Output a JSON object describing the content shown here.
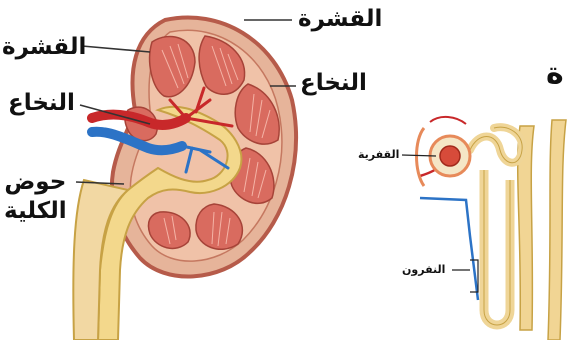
{
  "labels": {
    "cortex_top": "القشرة",
    "cortex_left": "القشرة",
    "medulla_left": "النخاع",
    "medulla_right": "النخاع",
    "renal_pelvis": "حوض\nالكلية",
    "glomerulus": "القفرية",
    "nephron": "النفرون",
    "partial_title": "ة"
  },
  "colors": {
    "cortex": "#e8b79e",
    "pyramid": "#d86a5f",
    "pelvis": "#f2d58a",
    "ureter": "#f1d7a0",
    "artery": "#c8282a",
    "vein": "#2c73c6",
    "tubule": "#efd597",
    "capsule_outline": "#e78a5a"
  }
}
